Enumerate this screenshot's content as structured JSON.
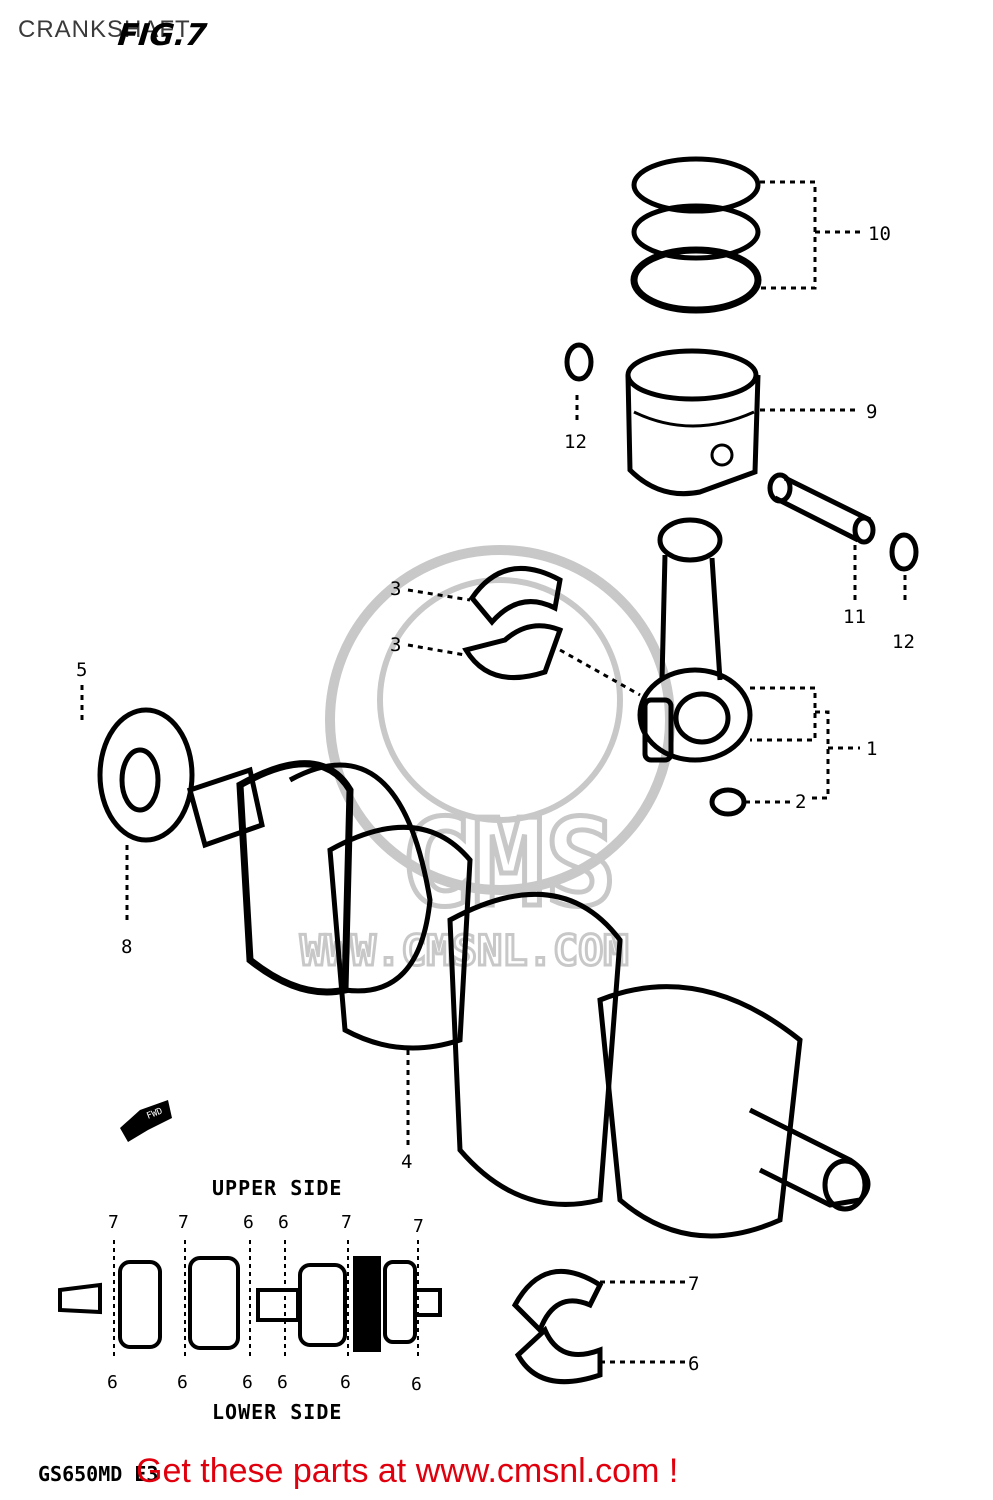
{
  "header": {
    "page_title": "CRANKSHAFT",
    "figure_label": "FIG.7"
  },
  "footer": {
    "model_code": "GS650MD E3",
    "cta_text": "Get these parts at www.cmsnl.com !"
  },
  "watermark": {
    "text": "CMS",
    "url_text": "WWW.CMSNL.COM",
    "color": "#c8c8c8"
  },
  "callouts": [
    "10",
    "9",
    "12",
    "12",
    "11",
    "3",
    "3",
    "5",
    "1",
    "2",
    "8",
    "4"
  ],
  "inset": {
    "upper_label": "UPPER SIDE",
    "lower_label": "LOWER SIDE",
    "upper_numbers": [
      "7",
      "7",
      "6",
      "6",
      "7",
      "7"
    ],
    "lower_numbers": [
      "6",
      "6",
      "6",
      "6",
      "6",
      "6"
    ]
  },
  "bearing_callouts": [
    "7",
    "6"
  ],
  "fwd_arrow": {
    "label": "FWD"
  },
  "colors": {
    "line": "#000000",
    "cta": "#e0000d"
  }
}
